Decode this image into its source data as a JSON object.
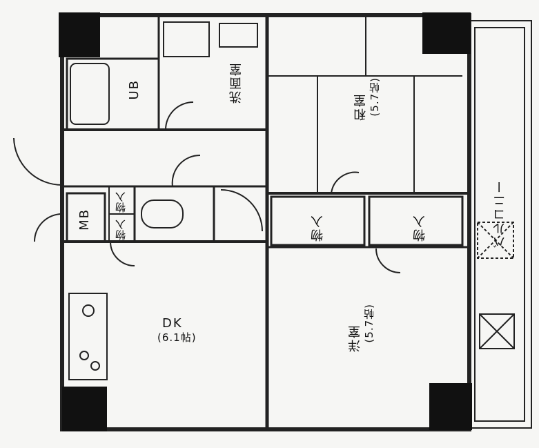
{
  "rooms": {
    "dk": {
      "name": "DK",
      "size": "(6.1帖)"
    },
    "youshitsu": {
      "name": "洋室",
      "size": "(5.7帖)"
    },
    "washitsu": {
      "name": "和室",
      "size": "(5.7帖)"
    },
    "senmen": {
      "name": "洗面室"
    },
    "ub": {
      "name": "UB"
    },
    "mb": {
      "name": "MB"
    },
    "balcony": {
      "name": "バルコニー"
    },
    "storage_left_top": {
      "name": "物入"
    },
    "storage_left_bottom": {
      "name": "物入"
    },
    "storage_center": {
      "name": "物入"
    },
    "storage_right": {
      "name": "物入"
    }
  },
  "colors": {
    "wall": "#111111",
    "line": "#222222",
    "paper": "#f6f6f4"
  }
}
